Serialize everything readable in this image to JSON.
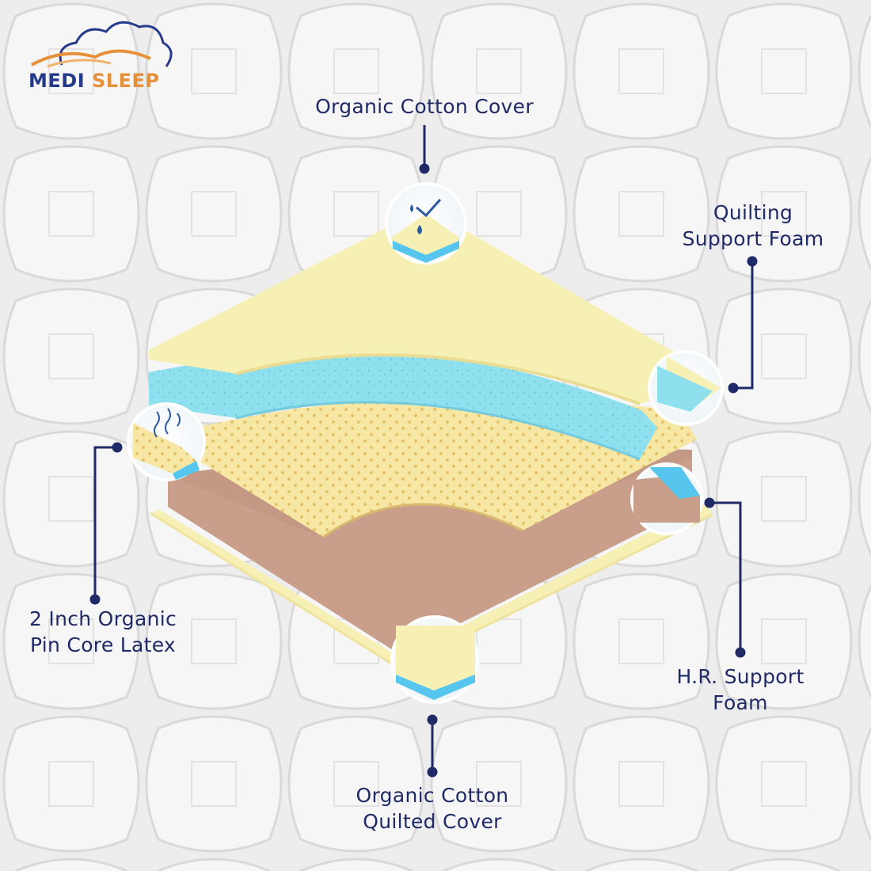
{
  "brand": {
    "word1": "MEDI",
    "word2": "SLEEP"
  },
  "callouts": {
    "organic_cotton_cover": [
      "Organic Cotton Cover"
    ],
    "quilting_support_foam": [
      "Quilting",
      "Support Foam"
    ],
    "pin_core_latex": [
      "2 Inch Organic",
      "Pin Core Latex"
    ],
    "hr_support_foam": [
      "H.R. Support",
      "Foam"
    ],
    "quilted_cover": [
      "Organic Cotton",
      "Quilted Cover"
    ]
  },
  "colors": {
    "background": "#ededed",
    "line": "#1f2a66",
    "cover_yellow": "#f7f0b4",
    "gel_blue": "#8fe0ee",
    "latex": "#f7e7a4",
    "latex_dots": "#e5c36a",
    "hr_foam": "#c99e8a",
    "brand_blue": "#263a8c",
    "brand_orange": "#e7903a"
  }
}
